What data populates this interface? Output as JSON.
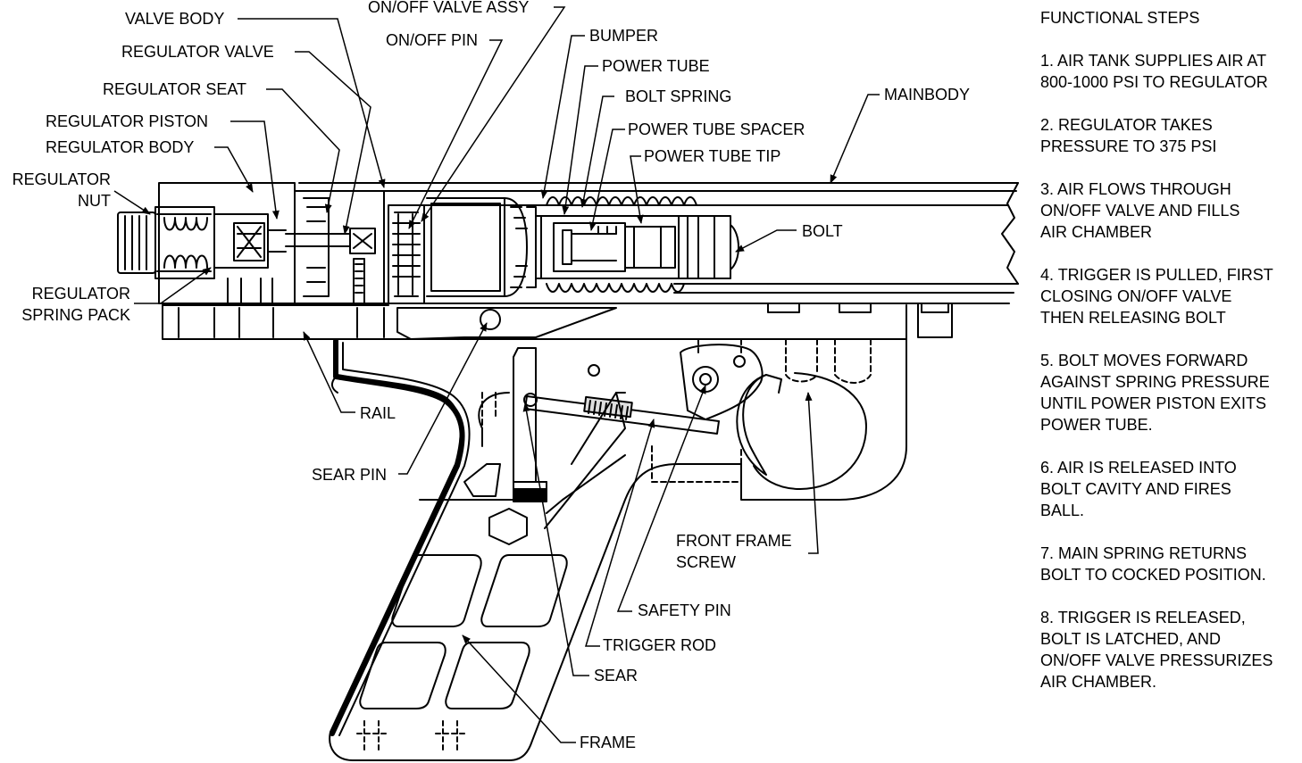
{
  "labels": {
    "valve_body": "VALVE BODY",
    "on_off_valve_assy": "ON/OFF VALVE ASSY",
    "on_off_pin": "ON/OFF PIN",
    "bumper": "BUMPER",
    "power_tube": "POWER TUBE",
    "bolt_spring": "BOLT SPRING",
    "power_tube_spacer": "POWER TUBE SPACER",
    "power_tube_tip": "POWER TUBE TIP",
    "mainbody": "MAINBODY",
    "regulator_valve": "REGULATOR VALVE",
    "regulator_seat": "REGULATOR SEAT",
    "regulator_piston": "REGULATOR PISTON",
    "regulator_body": "REGULATOR BODY",
    "regulator_nut_1": "REGULATOR",
    "regulator_nut_2": "NUT",
    "regulator_spring_pack_1": "REGULATOR",
    "regulator_spring_pack_2": "SPRING PACK",
    "bolt": "BOLT",
    "rail": "RAIL",
    "sear_pin": "SEAR PIN",
    "front_frame_screw_1": "FRONT FRAME",
    "front_frame_screw_2": "SCREW",
    "safety_pin": "SAFETY PIN",
    "trigger_rod": "TRIGGER ROD",
    "sear": "SEAR",
    "frame": "FRAME"
  },
  "functional_steps": {
    "title": "FUNCTIONAL STEPS",
    "steps": [
      "1. AIR TANK SUPPLIES AIR AT\n800-1000 PSI TO REGULATOR",
      "2. REGULATOR TAKES\nPRESSURE TO 375 PSI",
      "3. AIR FLOWS THROUGH\nON/OFF VALVE AND FILLS\nAIR CHAMBER",
      "4. TRIGGER IS PULLED, FIRST\nCLOSING ON/OFF VALVE\nTHEN RELEASING BOLT",
      "5. BOLT MOVES FORWARD\nAGAINST SPRING PRESSURE\nUNTIL POWER PISTON EXITS\nPOWER TUBE.",
      "6. AIR IS RELEASED INTO\nBOLT CAVITY AND FIRES\nBALL.",
      "7. MAIN SPRING RETURNS\nBOLT TO COCKED POSITION.",
      "8. TRIGGER IS RELEASED,\nBOLT IS LATCHED, AND\nON/OFF VALVE PRESSURIZES\nAIR CHAMBER."
    ]
  }
}
